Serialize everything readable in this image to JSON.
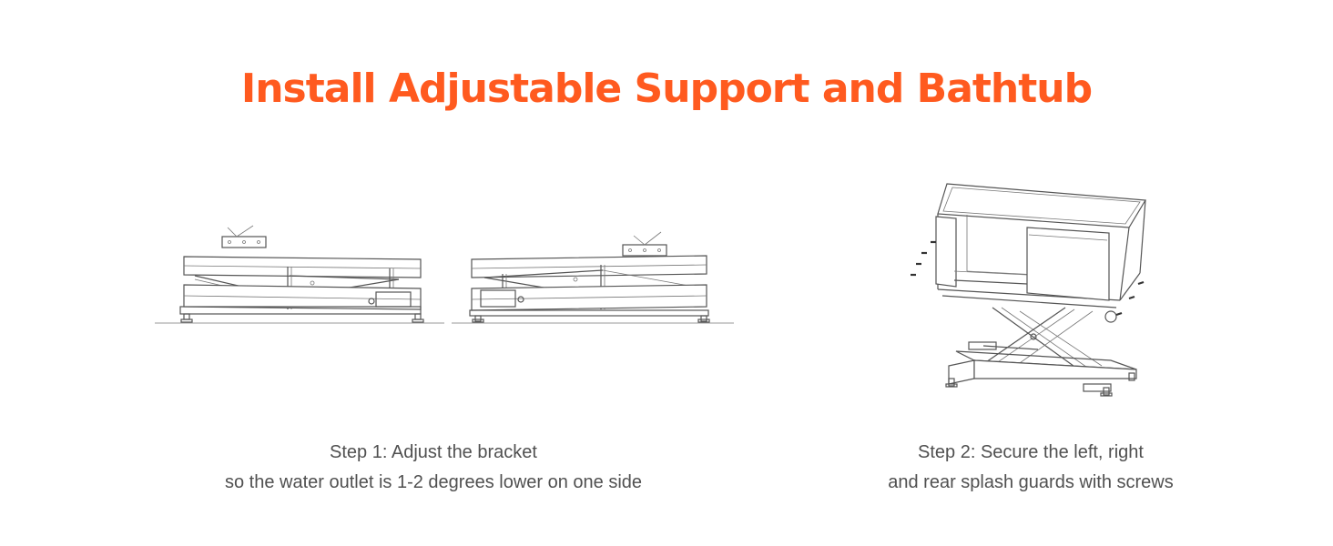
{
  "title": "Install Adjustable Support and Bathtub",
  "colors": {
    "title": "#FF5A1F",
    "caption": "#505050"
  },
  "steps": [
    {
      "line1": "Step 1: Adjust the bracket",
      "line2": "so the water outlet is 1-2 degrees lower on one side"
    },
    {
      "line1": "Step 2: Secure the left, right",
      "line2": "and rear splash guards with screws"
    }
  ]
}
